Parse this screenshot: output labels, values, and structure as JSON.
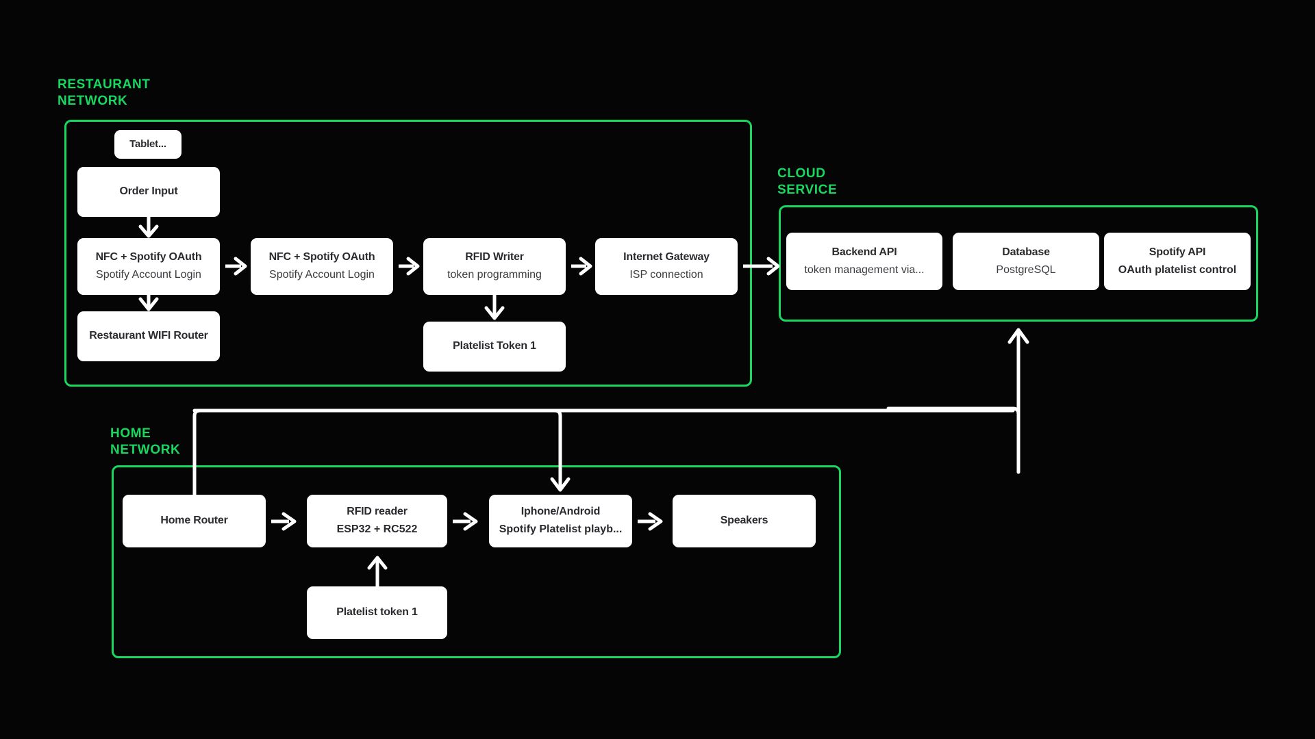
{
  "diagram": {
    "title": "Restaurant / Cloud / Home Spotify NFC playlist architecture",
    "colors": {
      "accent_green": "#18d860",
      "node_fill": "#ffffff",
      "background": "#050505",
      "connector": "#ffffff"
    }
  },
  "groups": {
    "restaurant": {
      "label": "RESTAURANT\nNETWORK"
    },
    "cloud": {
      "label": "CLOUD\nSERVICE"
    },
    "home": {
      "label": "HOME\nNETWORK"
    }
  },
  "nodes": {
    "tablet": {
      "title": "Tablet...",
      "sub": ""
    },
    "order_input": {
      "title": "Order Input",
      "sub": ""
    },
    "nfc_oauth_1": {
      "title": "NFC + Spotify OAuth",
      "sub": "Spotify Account Login"
    },
    "nfc_oauth_2": {
      "title": "NFC + Spotify OAuth",
      "sub": "Spotify Account Login"
    },
    "rfid_writer": {
      "title": "RFID Writer",
      "sub": "token programming"
    },
    "internet_gateway": {
      "title": "Internet Gateway",
      "sub": "ISP connection"
    },
    "restaurant_wifi": {
      "title": "Restaurant WIFI Router",
      "sub": ""
    },
    "platelist_token_1": {
      "title": "Platelist Token 1",
      "sub": ""
    },
    "backend_api": {
      "title": "Backend API",
      "sub": "token management via..."
    },
    "database": {
      "title": "Database",
      "sub": "PostgreSQL"
    },
    "spotify_api": {
      "title": "Spotify API",
      "sub": "OAuth platelist control"
    },
    "home_router": {
      "title": "Home Router",
      "sub": ""
    },
    "rfid_reader": {
      "title": "RFID reader",
      "sub": "ESP32 + RC522"
    },
    "phone": {
      "title": "Iphone/Android",
      "sub": "Spotify Platelist playb..."
    },
    "speakers": {
      "title": "Speakers",
      "sub": ""
    },
    "platelist_token_home": {
      "title": "Platelist token 1",
      "sub": ""
    }
  },
  "connections": [
    {
      "from": "order_input",
      "to": "nfc_oauth_1",
      "direction": "down"
    },
    {
      "from": "nfc_oauth_1",
      "to": "restaurant_wifi",
      "direction": "down"
    },
    {
      "from": "nfc_oauth_1",
      "to": "nfc_oauth_2",
      "direction": "right"
    },
    {
      "from": "nfc_oauth_2",
      "to": "rfid_writer",
      "direction": "right"
    },
    {
      "from": "rfid_writer",
      "to": "internet_gateway",
      "direction": "right"
    },
    {
      "from": "rfid_writer",
      "to": "platelist_token_1",
      "direction": "down"
    },
    {
      "from": "internet_gateway",
      "to": "backend_api",
      "direction": "right"
    },
    {
      "from": "home_router",
      "to": "rfid_reader",
      "direction": "right"
    },
    {
      "from": "rfid_reader",
      "to": "phone",
      "direction": "right"
    },
    {
      "from": "phone",
      "to": "speakers",
      "direction": "right"
    },
    {
      "from": "platelist_token_home",
      "to": "rfid_reader",
      "direction": "up"
    },
    {
      "from": "cloud_bus",
      "to": "home_router",
      "direction": "down"
    },
    {
      "from": "cloud_bus",
      "to": "phone",
      "direction": "down"
    },
    {
      "from": "home_bus",
      "to": "cloud",
      "direction": "up"
    }
  ]
}
